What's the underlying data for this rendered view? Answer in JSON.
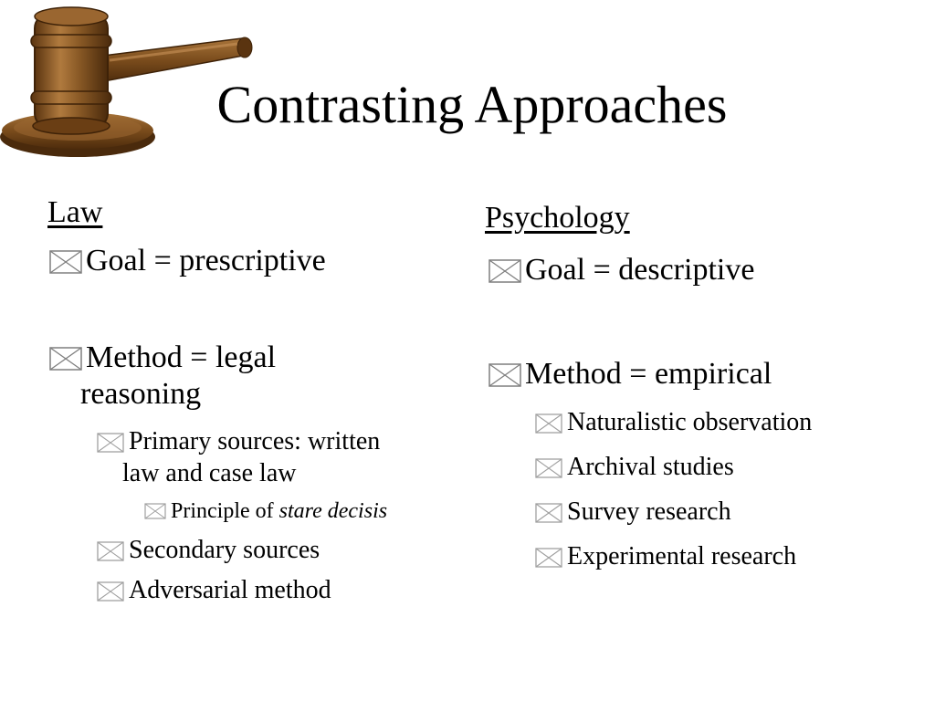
{
  "slide": {
    "title": "Contrasting Approaches"
  },
  "left": {
    "heading": "Law",
    "items": [
      {
        "label": "Goal = prescriptive"
      },
      {
        "label_line1": "Method = legal",
        "label_line2": "reasoning"
      },
      {
        "label_line1": "Primary sources: written",
        "label_line2": "law and case law"
      },
      {
        "prefix": "Principle of ",
        "emphasis": "stare decisis"
      },
      {
        "label": "Secondary sources"
      },
      {
        "label": "Adversarial method"
      }
    ]
  },
  "right": {
    "heading": "Psychology",
    "items": [
      {
        "label": "Goal = descriptive"
      },
      {
        "label": "Method = empirical"
      },
      {
        "label": "Naturalistic observation"
      },
      {
        "label": "Archival studies"
      },
      {
        "label": "Survey research"
      },
      {
        "label": "Experimental research"
      }
    ]
  },
  "icons": {
    "bullet": "envelope-bullet-icon",
    "clipart": "gavel-icon"
  }
}
